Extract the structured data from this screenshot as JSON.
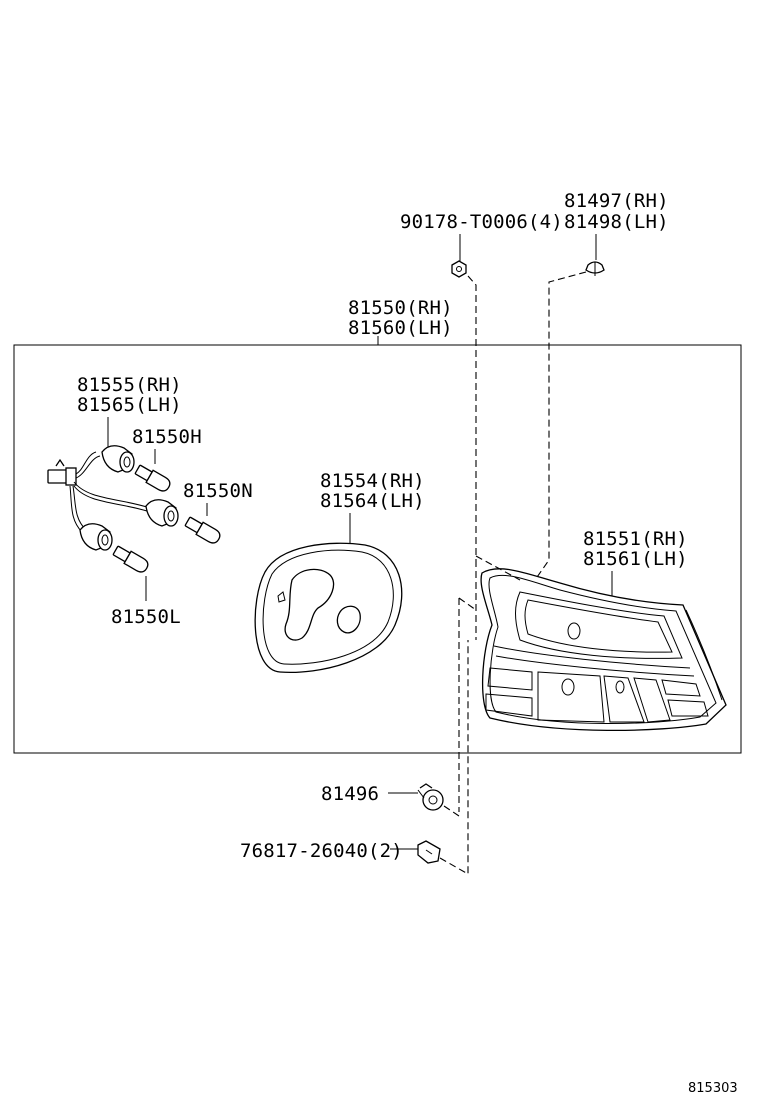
{
  "labels": {
    "bolt": "90178-T0006(4)",
    "clip_rh": "81497(RH)",
    "clip_lh": "81498(LH)",
    "assy_rh": "81550(RH)",
    "assy_lh": "81560(LH)",
    "socket_rh": "81555(RH)",
    "socket_lh": "81565(LH)",
    "bulb_h": "81550H",
    "bulb_n": "81550N",
    "bulb_l": "81550L",
    "gasket_rh": "81554(RH)",
    "gasket_lh": "81564(LH)",
    "lens_rh": "81551(RH)",
    "lens_lh": "81561(LH)",
    "nut": "81496",
    "retainer": "76817-26040(2)",
    "figure_id": "815303"
  }
}
